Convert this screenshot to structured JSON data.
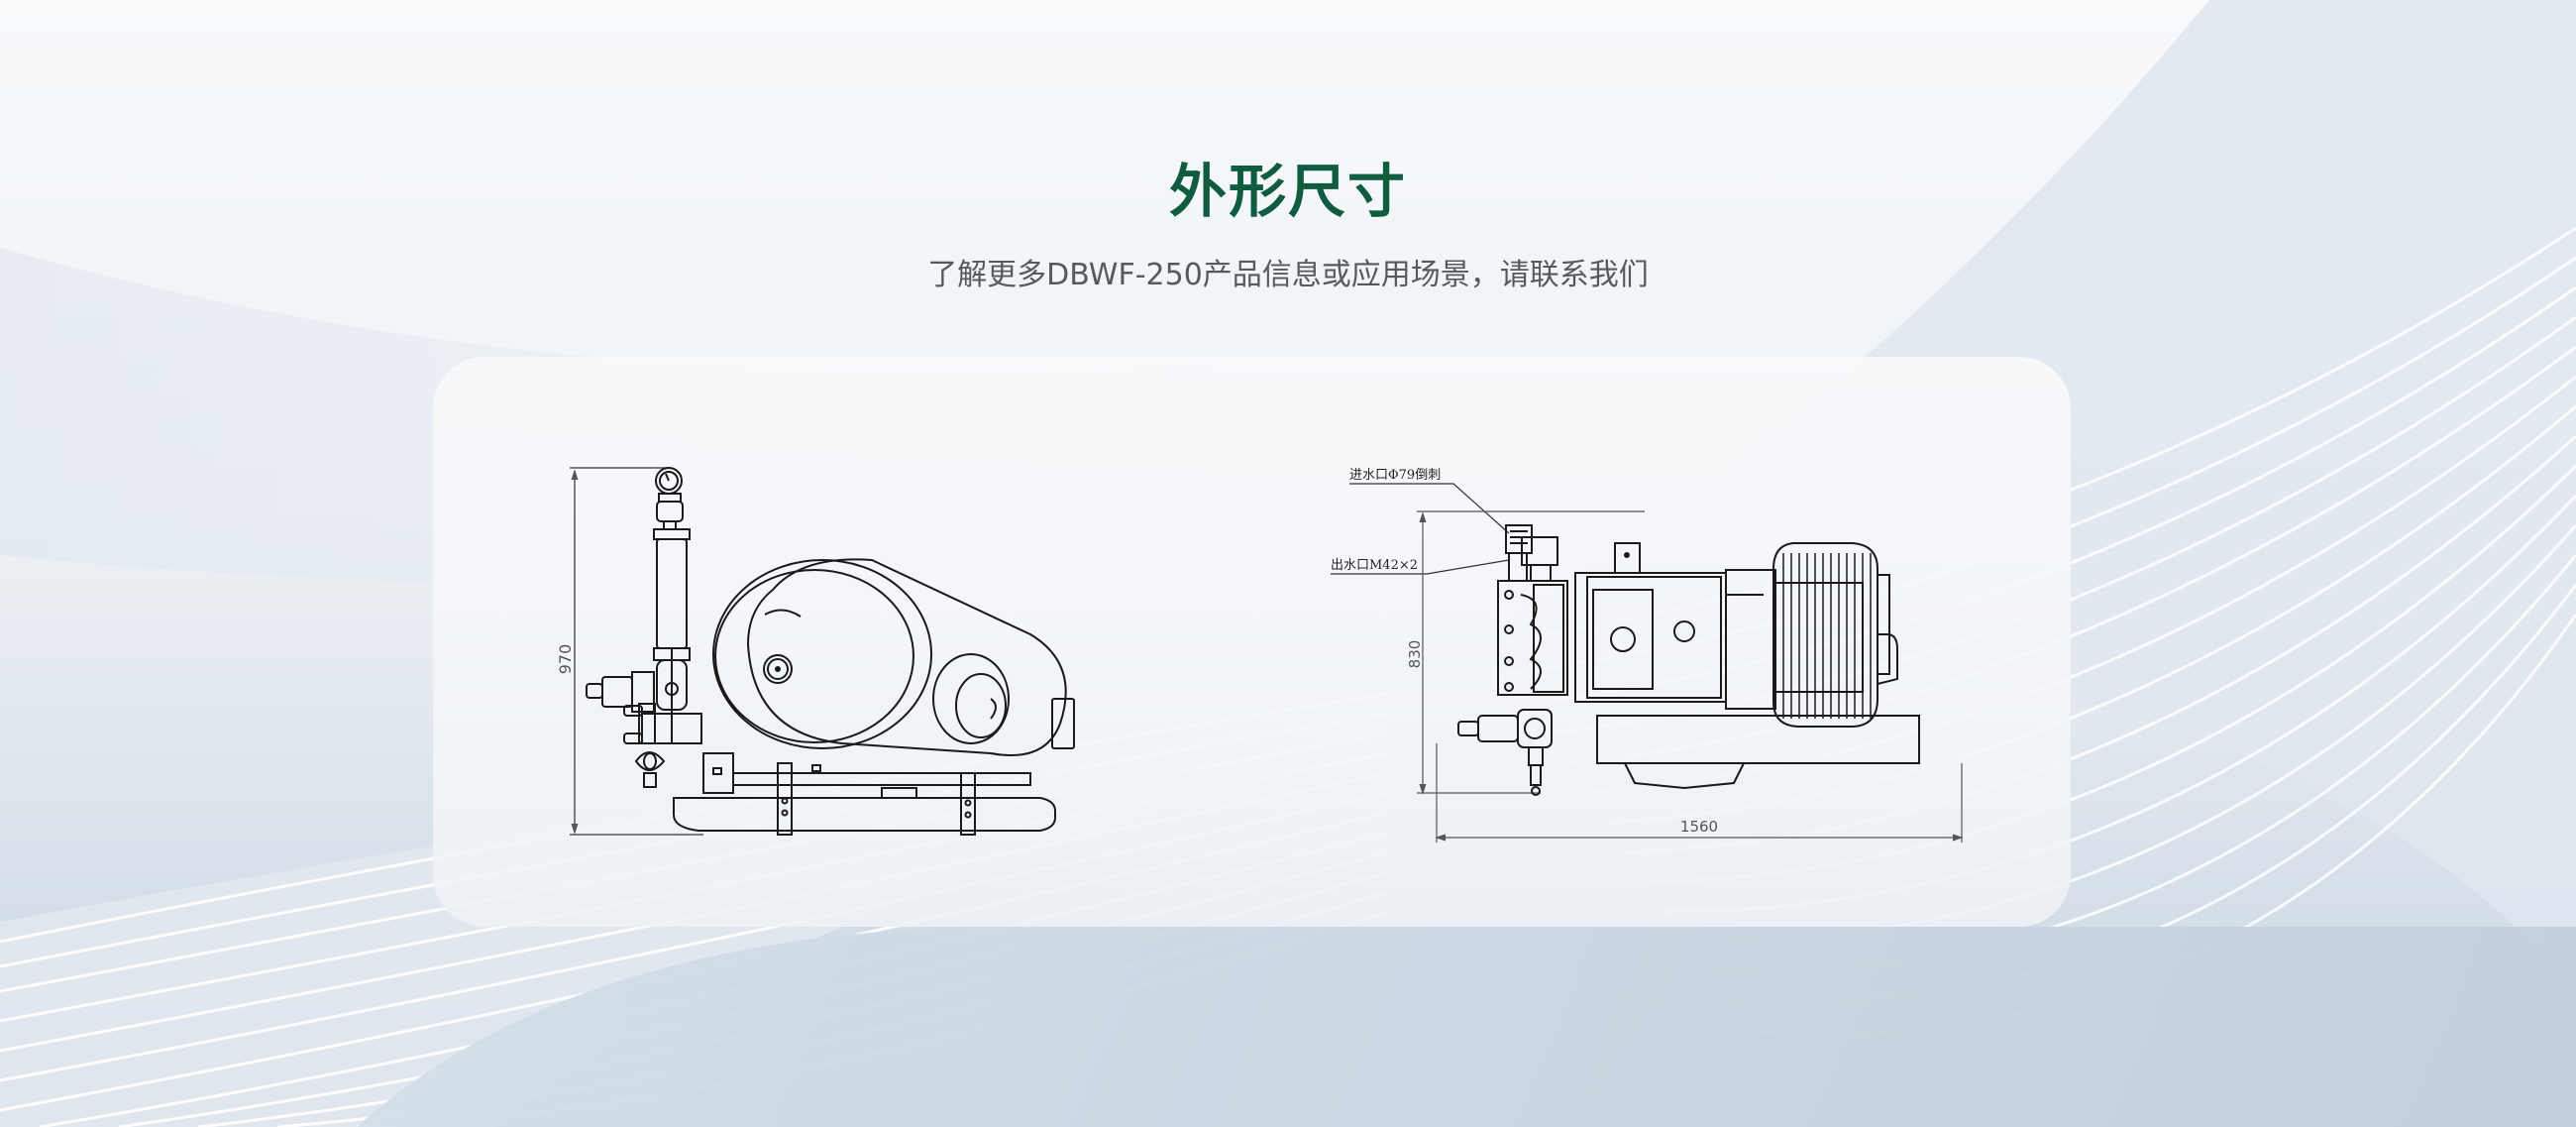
{
  "section": {
    "title": "外形尺寸",
    "subtitle": "了解更多DBWF-250产品信息或应用场景，请联系我们",
    "title_color": "#0f5c3f",
    "subtitle_color": "#555a60"
  },
  "product": {
    "model": "DBWF-250"
  },
  "drawings": {
    "side_view": {
      "height_dimension": "970"
    },
    "top_view": {
      "height_dimension": "830",
      "width_dimension": "1560",
      "inlet_note": "进水口Φ79倒刺",
      "outlet_note": "出水口M42×2"
    }
  }
}
